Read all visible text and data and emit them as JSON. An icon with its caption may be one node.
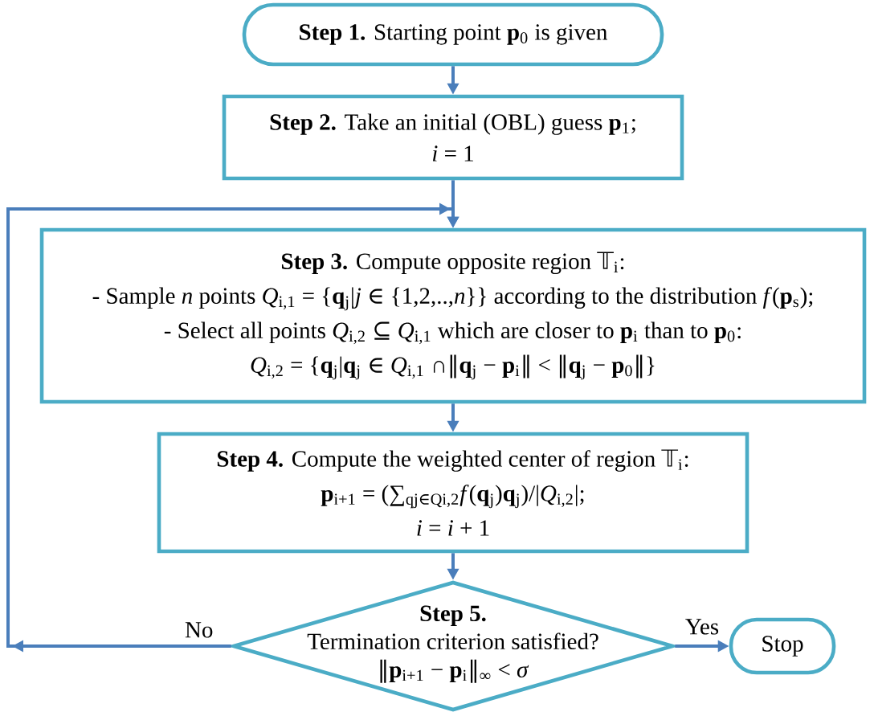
{
  "diagram": {
    "nodes": [
      {
        "text": [
          "**Step 1.** Starting point **p**$_{0}$ is given"
        ]
      },
      {
        "text": [
          "**Step 2.** Take an initial (OBL) guess **p**$_{1}$;",
          "*i* = 1"
        ]
      },
      {
        "text": [
          "**Step 3.** Compute opposite region 𝕋$_{i}$:",
          "- Sample *n* points *Q*$_{i,1}$ = {**q**$_{j}$|*j* ∈ {1,2,..,*n*}} according to the distribution *f*(**p**$_{s}$);",
          "- Select all points *Q*$_{i,2}$ ⊆ *Q*$_{i,1}$ which are closer to **p**$_{i}$ than to **p**$_{0}$:",
          "*Q*$_{i,2}$ = {**q**$_{j}$|**q**$_{j}$ ∈ *Q*$_{i,1}$ ∩‖**q**$_{j}$ − **p**$_{i}$‖ < ‖**q**$_{j}$ − **p**$_{0}$‖}"
        ]
      },
      {
        "text": [
          "**Step 4.** Compute the weighted center of region 𝕋$_{i}$:",
          "**p**$_{i+1}$ = (∑$_{qj∈Qi,2}$*f*(**q**$_{j}$)**q**$_{j}$)/|*Q*$_{i,2}$|;",
          "*i* = *i* + 1"
        ]
      },
      {
        "text": [
          "Step 5.",
          "Termination criterion satisfied?",
          "‖**p**$_{i+1}$ − **p**$_{i}$‖$_{∞}$ < *σ*"
        ]
      },
      {
        "text": [
          "Stop"
        ]
      }
    ],
    "edges": [
      {
        "from": 0,
        "to": 1,
        "arrow": "to"
      },
      {
        "from": 1,
        "to": 2,
        "arrow": "to"
      },
      {
        "from": 2,
        "to": 3,
        "arrow": "to"
      },
      {
        "from": 3,
        "to": 4,
        "arrow": "to"
      },
      {
        "from": 4,
        "to": 2,
        "arrow": "to",
        "label": "No"
      },
      {
        "from": 4,
        "to": 5,
        "arrow": "to",
        "label": "Yes"
      }
    ]
  }
}
